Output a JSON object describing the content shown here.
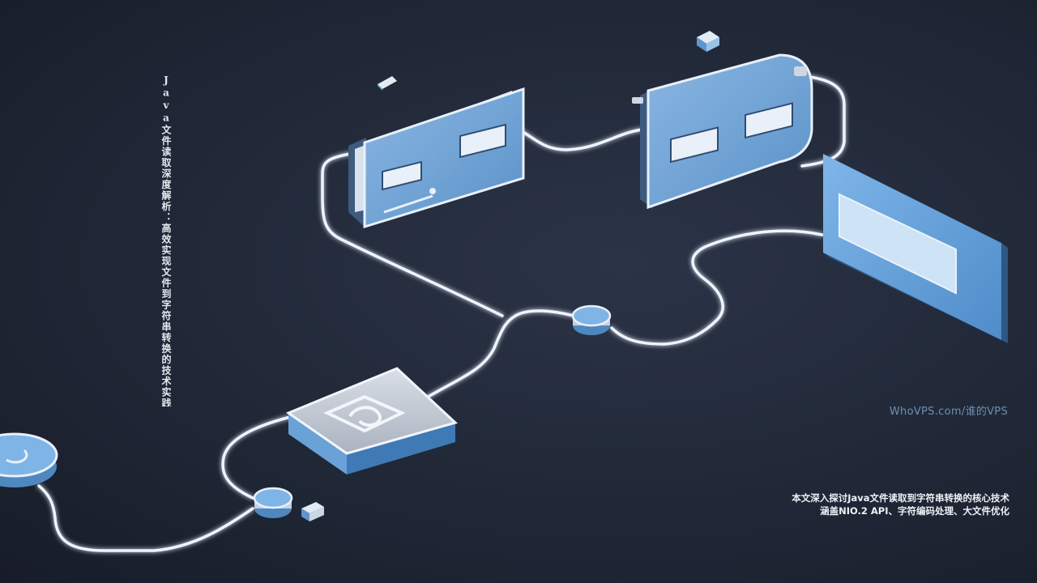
{
  "title": "Java文件读取深度解析：高效实现文件到字符串转换的技术实践",
  "watermark": "WhoVPS.com/谁的VPS",
  "caption": {
    "line1": "本文深入探讨Java文件读取到字符串转换的核心技术",
    "line2": "涵盖NIO.2 API、字符编码处理、大文件优化"
  },
  "colors": {
    "background": "#222a3a",
    "panel_blue": "#6fa3d6",
    "wire_glow": "#eef4ff",
    "title_text": "#e4e8ef",
    "watermark_text": "#6f8fb0"
  }
}
